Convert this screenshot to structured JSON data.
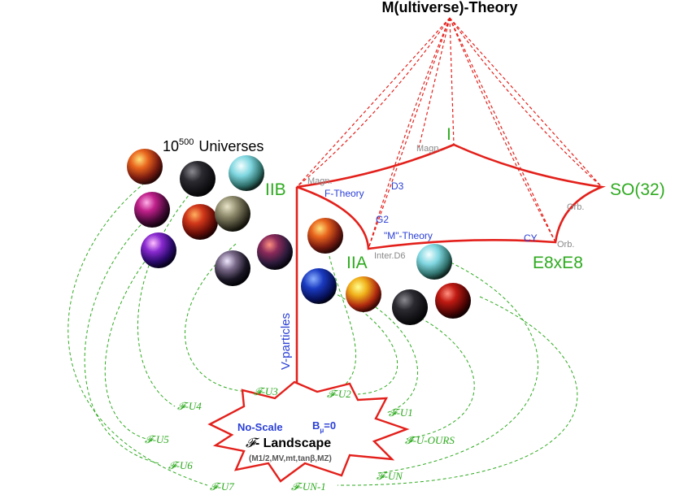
{
  "title": "M(ultiverse)-Theory",
  "universes_label": {
    "base": "10",
    "exponent": "500",
    "word": "Universes"
  },
  "string_theories": {
    "type_i": "I",
    "type_iib": "IIB",
    "type_iia": "IIA",
    "so32": "SO(32)",
    "e8xe8": "E8xE8"
  },
  "edge_labels": {
    "magn_top": "Magn.",
    "magn_left": "Magn.",
    "f_theory": "F-Theory",
    "d3": "D3",
    "g2": "G2",
    "m_theory": "\"M\"-Theory",
    "cy": "CY",
    "orb_right": "Orb.",
    "orb_bottom": "Orb.",
    "inter_d6": "Inter.D6"
  },
  "v_particles": "V-particles",
  "landscape": {
    "no_scale": "No-Scale",
    "b_mu": "B",
    "b_mu_sub": "μ",
    "b_mu_val": "=0",
    "title_script": "𝓕",
    "title_rest": "- Landscape",
    "params": "(M1/2,MV,mt,tanβ,MZ)"
  },
  "universe_nodes": [
    "𝓕-U1",
    "𝓕-U2",
    "𝓕-U3",
    "𝓕-U4",
    "𝓕-U5",
    "𝓕-U6",
    "𝓕-U7",
    "𝓕-U-OURS",
    "𝓕-UN",
    "𝓕-UN-1"
  ],
  "colors": {
    "red": "#e3201b",
    "green": "#2eaa1f",
    "blue": "#2a3fd6",
    "grey": "#8a8a8a"
  }
}
